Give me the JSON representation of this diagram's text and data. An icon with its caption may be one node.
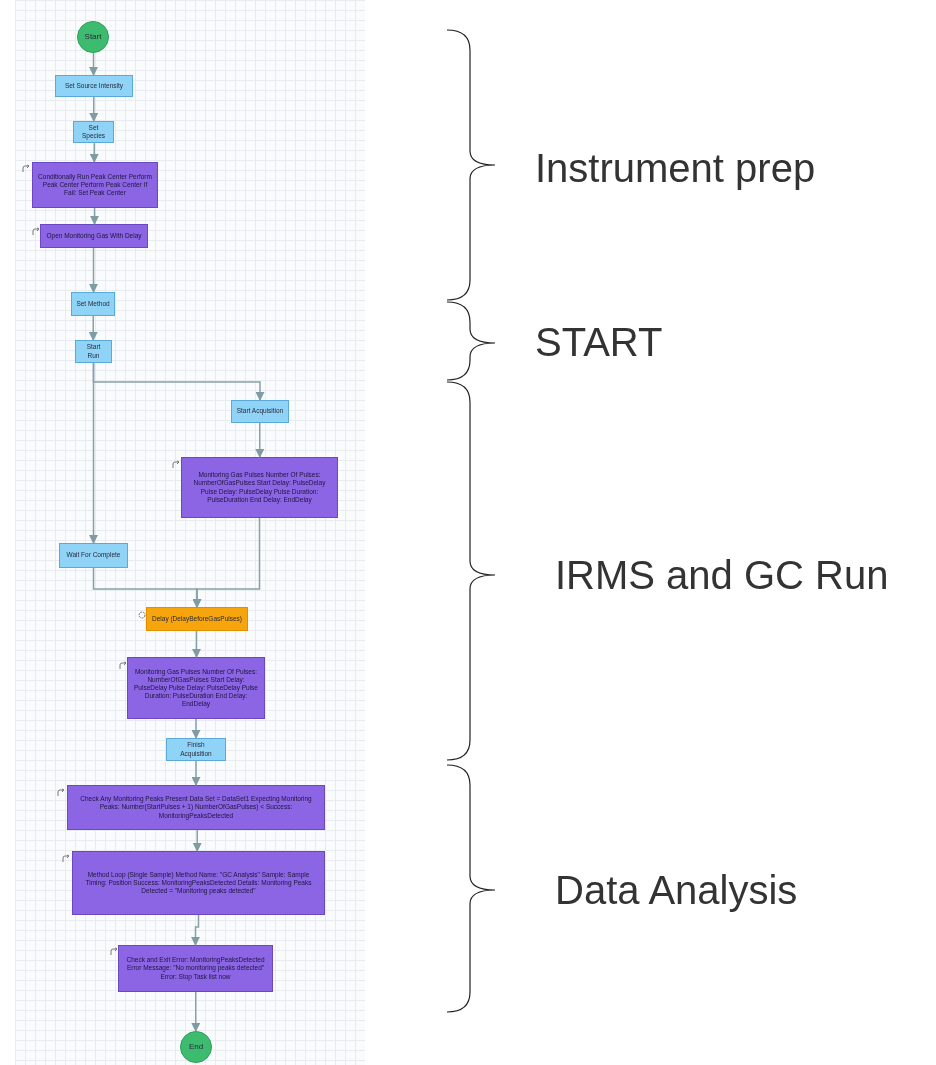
{
  "diagram": {
    "nodes": [
      {
        "text": [
          "Start"
        ]
      },
      {
        "text": [
          "Set Source Intensity"
        ]
      },
      {
        "text": [
          "Set Species"
        ]
      },
      {
        "text": [
          "Conditionally Run Peak Center Perform Peak Center Perform Peak Center If Fail: Set Peak Center"
        ]
      },
      {
        "text": [
          "Open Monitoring Gas With Delay"
        ]
      },
      {
        "text": [
          "Set Method"
        ]
      },
      {
        "text": [
          "Start Run"
        ]
      },
      {
        "text": [
          "Start Acquisition"
        ]
      },
      {
        "text": [
          "Monitoring Gas Pulses Number Of Pulses: NumberOfGasPulses Start Delay: PulseDelay Pulse Delay: PulseDelay Pulse Duration: PulseDuration End Delay: EndDelay"
        ]
      },
      {
        "text": [
          "Wait For Complete"
        ]
      },
      {
        "text": [
          "Delay (DelayBeforeGasPulses)"
        ]
      },
      {
        "text": [
          "Monitoring Gas Pulses Number Of Pulses: NumberOfGasPulses Start Delay: PulseDelay Pulse Delay: PulseDelay Pulse Duration: PulseDuration End Delay: EndDelay"
        ]
      },
      {
        "text": [
          "Finish Acquisition"
        ]
      },
      {
        "text": [
          "Check Any Monitoring Peaks Present Data Set = DataSet1 Expecting Monitoring Peaks: Number(StartPulses + 1) NumberOfGasPulses) < Success: MonitoringPeaksDetected"
        ]
      },
      {
        "text": [
          "Method Loop (Single Sample) Method Name: \"GC Analysis\" Sample: Sample Timing: Position Success: MonitoringPeaksDetected Details: Monitoring Peaks Detected = \"Monitoring peaks detected\""
        ]
      },
      {
        "text": [
          "Check and Exit Error: MonitoringPeaksDetected Error Message: \"No monitoring peaks detected\" Error: Stop Task list now"
        ]
      },
      {
        "text": [
          "End"
        ]
      }
    ],
    "edges": [
      {
        "from": 0,
        "to": 1,
        "arrow": "to"
      },
      {
        "from": 1,
        "to": 2,
        "arrow": "to"
      },
      {
        "from": 2,
        "to": 3,
        "arrow": "to"
      },
      {
        "from": 3,
        "to": 4,
        "arrow": "to"
      },
      {
        "from": 4,
        "to": 5,
        "arrow": "to"
      },
      {
        "from": 5,
        "to": 6,
        "arrow": "to"
      },
      {
        "from": 6,
        "to": 7,
        "arrow": "to"
      },
      {
        "from": 7,
        "to": 8,
        "arrow": "to"
      },
      {
        "from": 6,
        "to": 9,
        "arrow": "to"
      },
      {
        "from": 8,
        "to": 10,
        "arrow": "to"
      },
      {
        "from": 9,
        "to": 10,
        "arrow": "to"
      },
      {
        "from": 10,
        "to": 11,
        "arrow": "to"
      },
      {
        "from": 11,
        "to": 12,
        "arrow": "to"
      },
      {
        "from": 12,
        "to": 13,
        "arrow": "to"
      },
      {
        "from": 13,
        "to": 14,
        "arrow": "to"
      },
      {
        "from": 14,
        "to": 15,
        "arrow": "to"
      },
      {
        "from": 15,
        "to": 16,
        "arrow": "to"
      }
    ],
    "labels": [
      "Instrument prep",
      "START",
      "IRMS and GC Run",
      "Data Analysis"
    ]
  }
}
